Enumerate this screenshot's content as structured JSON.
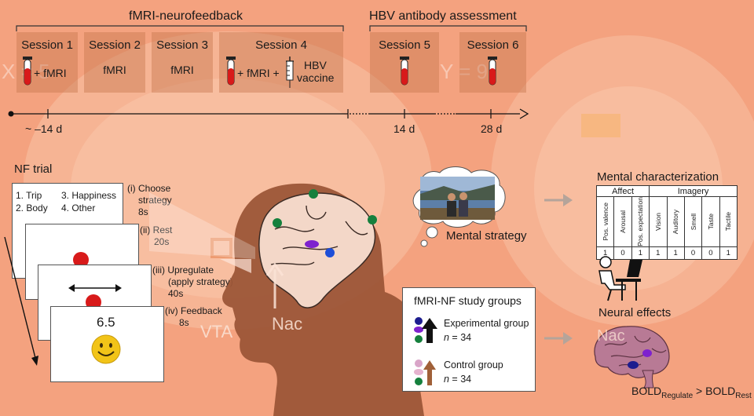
{
  "timeline": {
    "phase_fmri": "fMRI-neurofeedback",
    "phase_hbv": "HBV antibody assessment",
    "sessions": [
      {
        "label": "Session 1",
        "content": "+ fMRI"
      },
      {
        "label": "Session 2",
        "content": "fMRI"
      },
      {
        "label": "Session 3",
        "content": "fMRI"
      },
      {
        "label": "Session 4",
        "content_a": "+ fMRI +",
        "content_b": "HBV",
        "content_c": "vaccine"
      },
      {
        "label": "Session 5",
        "content": ""
      },
      {
        "label": "Session 6",
        "content": ""
      }
    ],
    "ticks": {
      "start": "~ –14 d",
      "mid": "14 d",
      "end": "28 d"
    }
  },
  "nf_trial": {
    "title": "NF trial",
    "options": [
      "1. Trip",
      "3. Happiness",
      "2. Body",
      "4. Other"
    ],
    "steps": [
      {
        "lines": [
          "(i) Choose",
          "strategy",
          "8s"
        ]
      },
      {
        "lines": [
          "(ii) Rest",
          "20s"
        ]
      },
      {
        "lines": [
          "(iii) Upregulate",
          "(apply strategy)",
          "40s"
        ]
      },
      {
        "lines": [
          "(iv) Feedback",
          "8s"
        ]
      }
    ],
    "feedback_value": "6.5"
  },
  "brain_labels": {
    "vta": "VTA",
    "nac_center": "Nac",
    "nac_right": "Nac"
  },
  "mental_strategy": {
    "label": "Mental strategy"
  },
  "mental_characterization": {
    "title": "Mental characterization",
    "groups": [
      "Affect",
      "Imagery"
    ],
    "columns": [
      "Pos. valence",
      "Arousal",
      "Pos. expectation",
      "Vision",
      "Auditory",
      "Smell",
      "Taste",
      "Tactile"
    ],
    "values": [
      "1",
      "0",
      "1",
      "1",
      "1",
      "0",
      "0",
      "1"
    ]
  },
  "study_groups": {
    "title": "fMRI-NF study groups",
    "experimental": {
      "name": "Experimental group",
      "n_prefix": "n",
      "n_value": " = 34"
    },
    "control": {
      "name": "Control group",
      "n_prefix": "n",
      "n_value": " = 34"
    }
  },
  "neural_effects": {
    "title": "Neural effects",
    "formula": {
      "a": "BOLD",
      "a_sub": "Regulate",
      "op": " > ",
      "b": "BOLD",
      "b_sub": "Rest"
    }
  },
  "overlay_text": {
    "x": "X = 5",
    "y": "Y = 9"
  },
  "colors": {
    "background": "#f4a27f",
    "box": "#c9865f",
    "red": "#d81a1a",
    "green": "#15803d",
    "purple": "#7e22ce",
    "blue": "#1d4ed8",
    "gray_arrow": "#b5a49a"
  }
}
